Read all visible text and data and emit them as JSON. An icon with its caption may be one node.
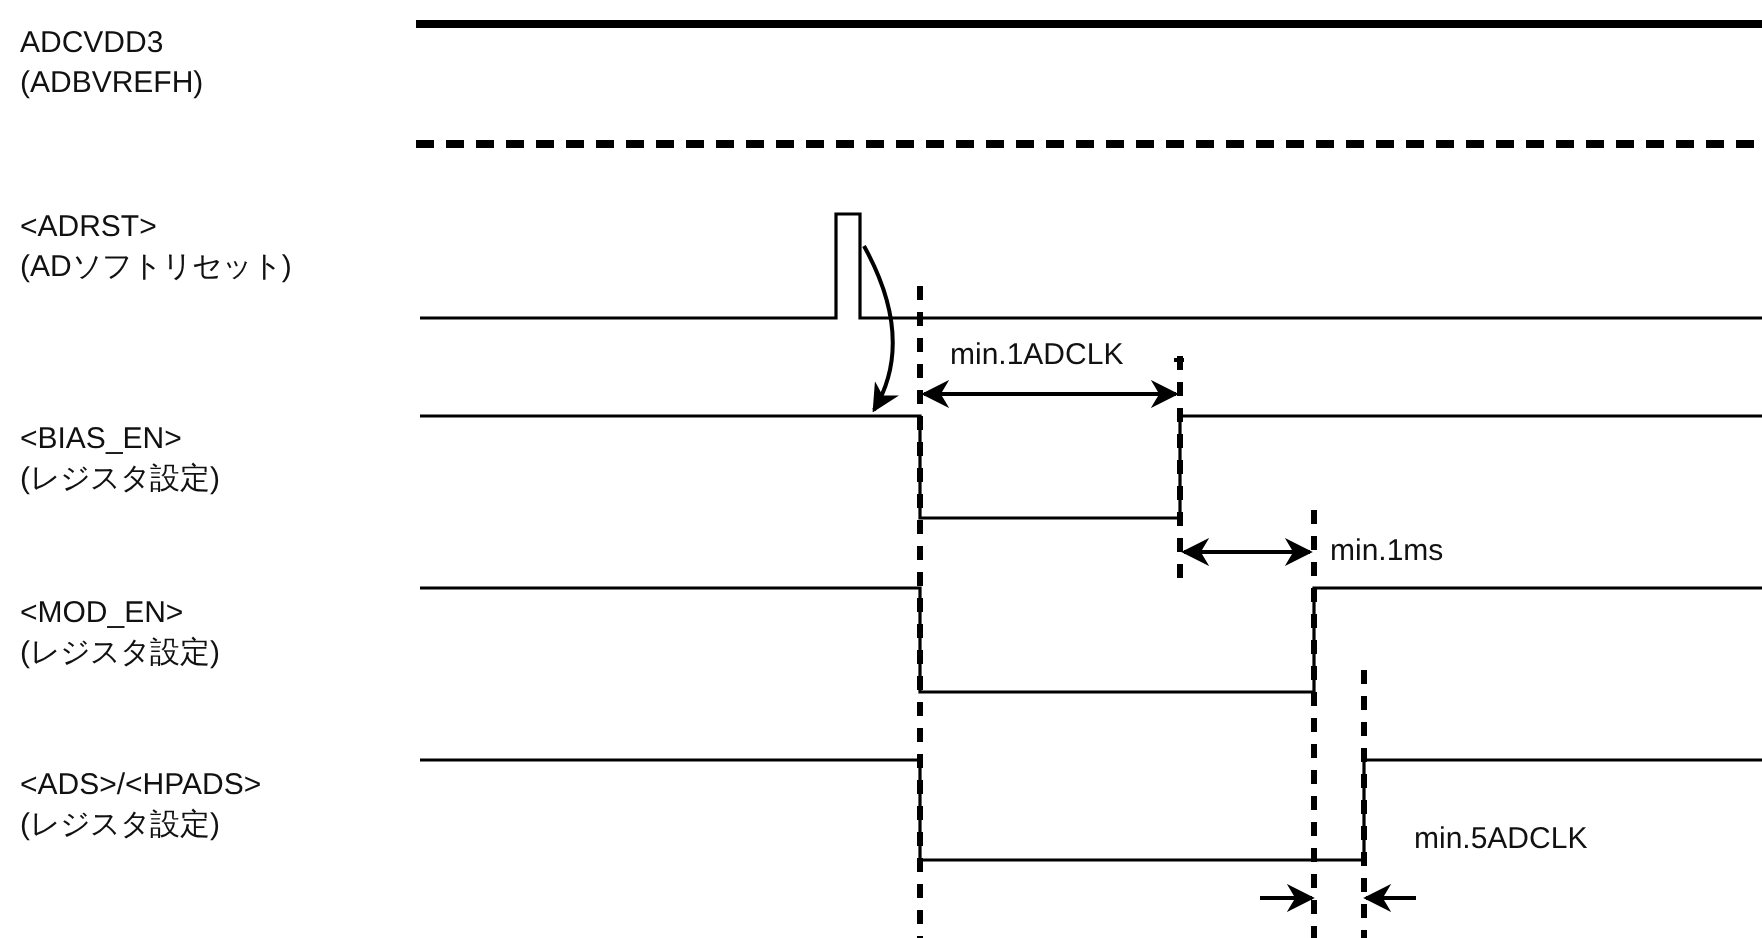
{
  "diagram": {
    "labels": [
      "ADCVDD3 (ADBVREFH)",
      "<ADRST> (ADソフトリセット)",
      "<BIAS_EN> (レジスタ設定)",
      "min.1ADCLK",
      "min.1ms",
      "<MOD_EN> (レジスタ設定)",
      "<ADS>/<HPADS> (レジスタ設定)",
      "min.5ADCLK"
    ]
  }
}
